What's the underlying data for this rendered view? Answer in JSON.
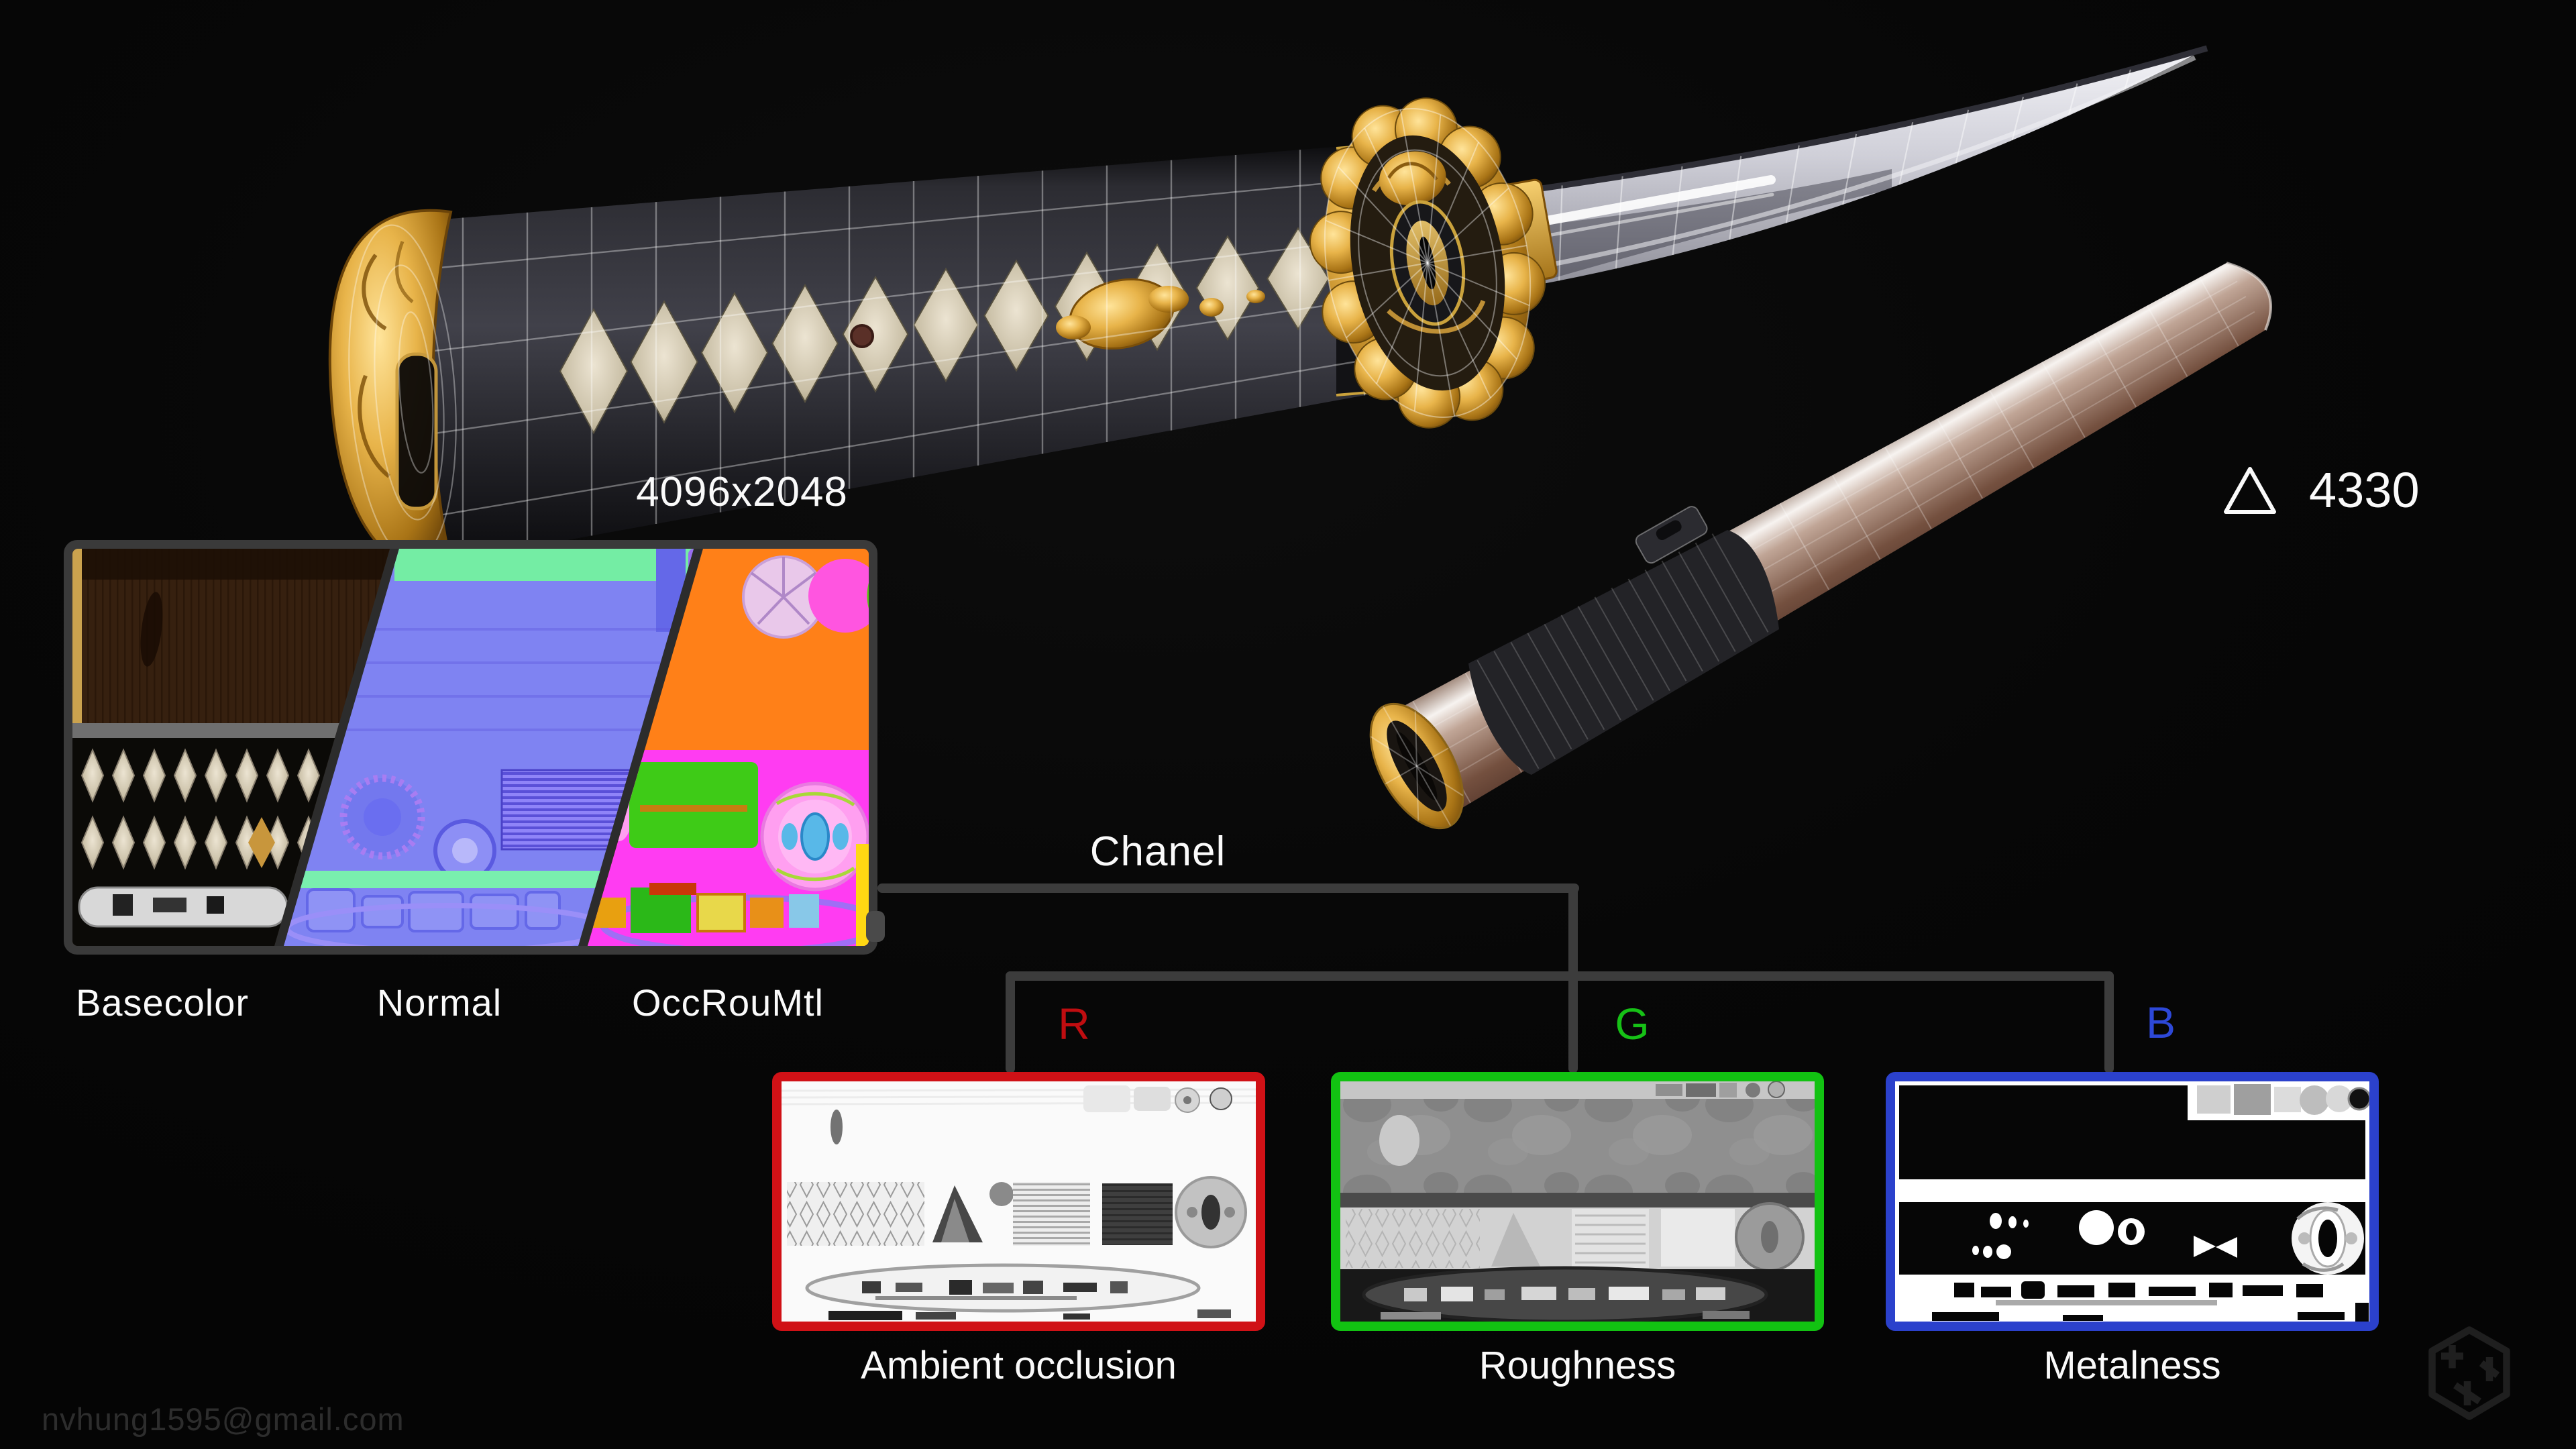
{
  "page": {
    "background_color": "#070707"
  },
  "model_stats": {
    "texture_size": "4096x2048",
    "triangle_count": "4330"
  },
  "atlas": {
    "maps": [
      {
        "label": "Basecolor"
      },
      {
        "label": "Normal"
      },
      {
        "label": "OccRouMtl"
      }
    ]
  },
  "channel_tree": {
    "title": "Chanel",
    "line_color": "#3c3c3c",
    "channels": [
      {
        "letter": "R",
        "letter_color": "#c00d10",
        "border_color": "#d01116",
        "caption": "Ambient occlusion"
      },
      {
        "letter": "G",
        "letter_color": "#16c116",
        "border_color": "#12c212",
        "caption": "Roughness"
      },
      {
        "letter": "B",
        "letter_color": "#2d48d8",
        "border_color": "#2b41cc",
        "caption": "Metalness"
      }
    ]
  },
  "footer": {
    "email": "nvhung1595@gmail.com"
  },
  "icons": {
    "triangle": "polycount-triangle-icon",
    "logo": "artist-hex-logo"
  }
}
